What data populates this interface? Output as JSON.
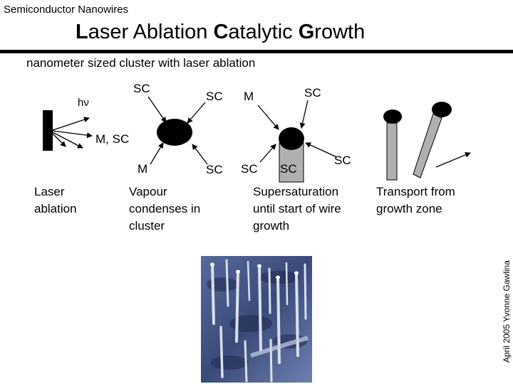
{
  "header": {
    "topic": "Semiconductor Nanowires",
    "title_parts": [
      "L",
      "aser Ablation ",
      "C",
      "atalytic ",
      "G",
      "rowth"
    ]
  },
  "subtitle": "nanometer sized cluster with laser ablation",
  "labels": {
    "sc_top_left": "SC",
    "h_nu": "hν",
    "sc_top_mid": "SC",
    "m_top": "M",
    "sc_top_right": "SC",
    "m_sc": "M, SC",
    "m_bottom": "M",
    "sc_bottom_1": "SC",
    "sc_bottom_2": "SC",
    "sc_bottom_3": "SC",
    "sc_right": "SC"
  },
  "steps": [
    {
      "caption": "Laser\nablation"
    },
    {
      "caption": "Vapour\ncondenses in\ncluster"
    },
    {
      "caption": "Supersaturation\nuntil start of wire\ngrowth"
    },
    {
      "caption": "Transport from\ngrowth zone"
    }
  ],
  "credit": "April 2005 Yvonne Gawlina",
  "colors": {
    "cluster": "#000000",
    "wire": "#b0b0b0",
    "photo_bg": "#3b4a78",
    "photo_wire": "#d8e0f0"
  }
}
